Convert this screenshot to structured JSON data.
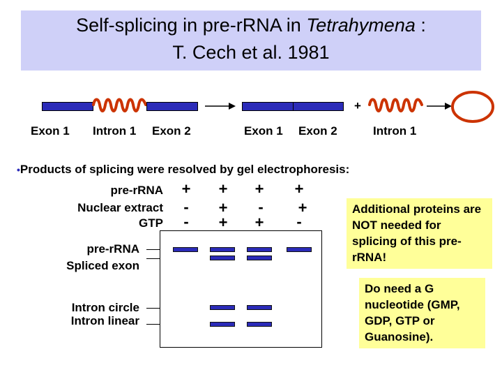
{
  "title": {
    "line1_prefix": "Self-splicing in pre-rRNA in ",
    "line1_italic": "Tetrahymena",
    "line1_suffix": " :",
    "line2": "T. Cech et al. 1981"
  },
  "diagram": {
    "unspliced": {
      "exon1": "Exon 1",
      "intron": "Intron 1",
      "exon2": "Exon 2"
    },
    "spliced": {
      "exon1": "Exon 1",
      "exon2": "Exon 2"
    },
    "plus": "+",
    "released": {
      "intron": "Intron 1"
    },
    "colors": {
      "exon": "#2b2bb8",
      "intron": "#cc3300"
    }
  },
  "bullet": {
    "marker": "•",
    "text": "Products of splicing were resolved by gel electrophoresis:"
  },
  "conditions": {
    "rows": [
      {
        "label": "pre-rRNA",
        "signs": [
          "+",
          "+",
          "+",
          "+"
        ]
      },
      {
        "label": "Nuclear extract",
        "signs": [
          "-",
          "+",
          "-",
          "+"
        ]
      },
      {
        "label": "GTP",
        "signs": [
          "-",
          "+",
          "+",
          "-"
        ]
      }
    ]
  },
  "gel": {
    "band_labels": [
      "pre-rRNA",
      "Spliced exon",
      "Intron circle",
      "Intron linear"
    ],
    "lanes": [
      {
        "bands": [
          "pre-rRNA"
        ]
      },
      {
        "bands": [
          "pre-rRNA",
          "Spliced exon",
          "Intron circle",
          "Intron linear"
        ]
      },
      {
        "bands": [
          "pre-rRNA",
          "Spliced exon",
          "Intron circle",
          "Intron linear"
        ]
      },
      {
        "bands": [
          "pre-rRNA"
        ]
      }
    ]
  },
  "notes": {
    "proteins": {
      "text": "Additional proteins are NOT needed for splicing of this pre-rRNA!",
      "color": "#ffff99"
    },
    "nucleotide": {
      "text": "Do need a G nucleotide (GMP, GDP, GTP or Guanosine).",
      "color": "#ffff99"
    }
  }
}
